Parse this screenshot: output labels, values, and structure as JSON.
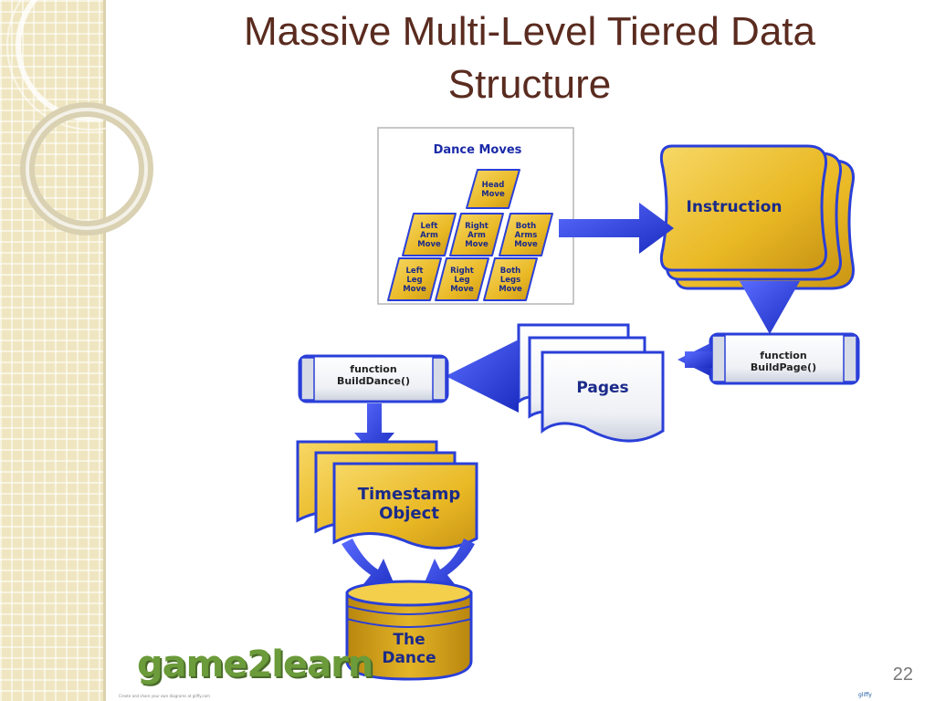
{
  "slide": {
    "title": "Massive Multi-Level Tiered Data Structure",
    "page_number": "22"
  },
  "diagram": {
    "inset_title": "Dance Moves",
    "moves": [
      [
        "Head",
        "Move"
      ],
      [
        "Left",
        "Arm",
        "Move"
      ],
      [
        "Right",
        "Arm",
        "Move"
      ],
      [
        "Both",
        "Arms",
        "Move"
      ],
      [
        "Left",
        "Leg",
        "Move"
      ],
      [
        "Right",
        "Leg",
        "Move"
      ],
      [
        "Both",
        "Legs",
        "Move"
      ]
    ],
    "instruction": "Instruction",
    "build_page": [
      "function",
      "BuildPage()"
    ],
    "pages": "Pages",
    "build_dance": [
      "function",
      "BuildDance()"
    ],
    "timestamp": [
      "Timestamp",
      "Object"
    ],
    "dance": [
      "The",
      "Dance"
    ]
  },
  "logo": {
    "text": "game2learn",
    "caption": "Create and share your own diagrams at gliffy.com",
    "watermark": "gliffy"
  },
  "colors": {
    "title": "#5a2b1f",
    "gold": "#f0c22e",
    "arrow_blue": "#2a3fd8",
    "text_navy": "#1a2a8a",
    "logo_green": "#6b9b3a"
  }
}
